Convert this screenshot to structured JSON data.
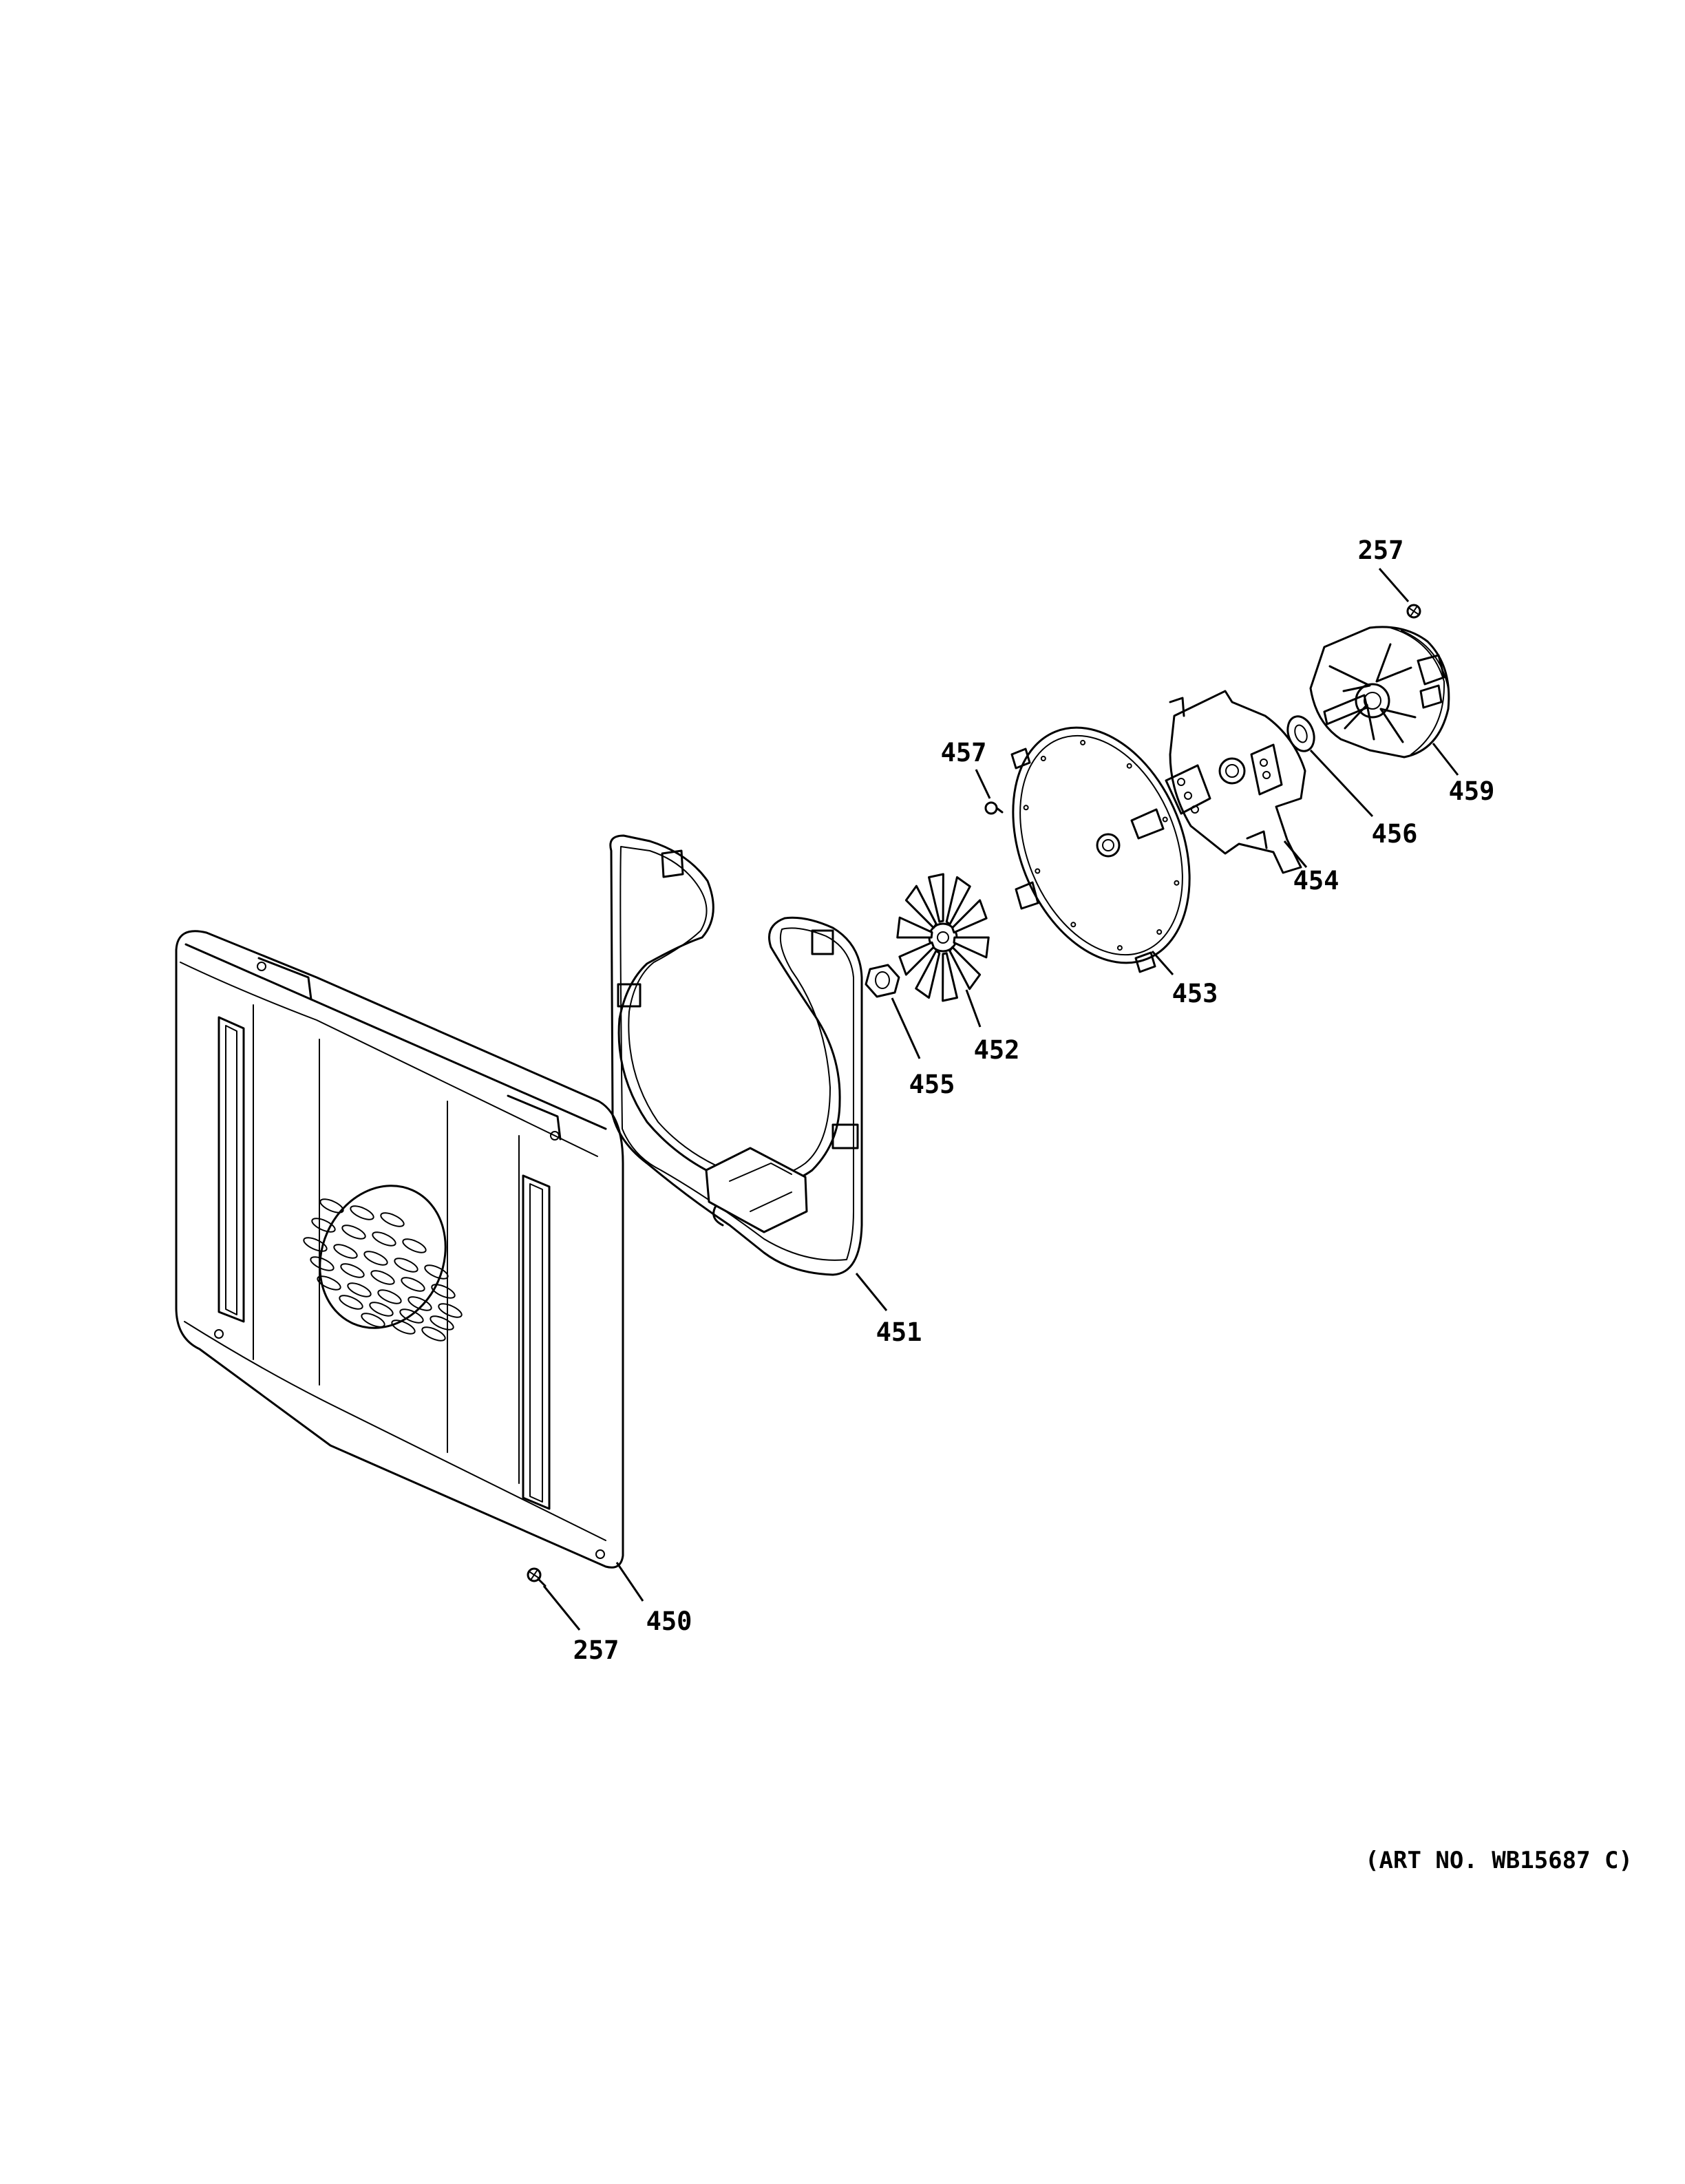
{
  "diagram": {
    "art_number": "(ART NO. WB15687 C)",
    "callouts": {
      "screw_top": "257",
      "screw_bottom": "257",
      "cover": "450",
      "element": "451",
      "fan_blade": "452",
      "baffle_plate": "453",
      "motor_bracket": "454",
      "nut": "455",
      "washer": "456",
      "screw_small": "457",
      "motor": "459"
    }
  }
}
